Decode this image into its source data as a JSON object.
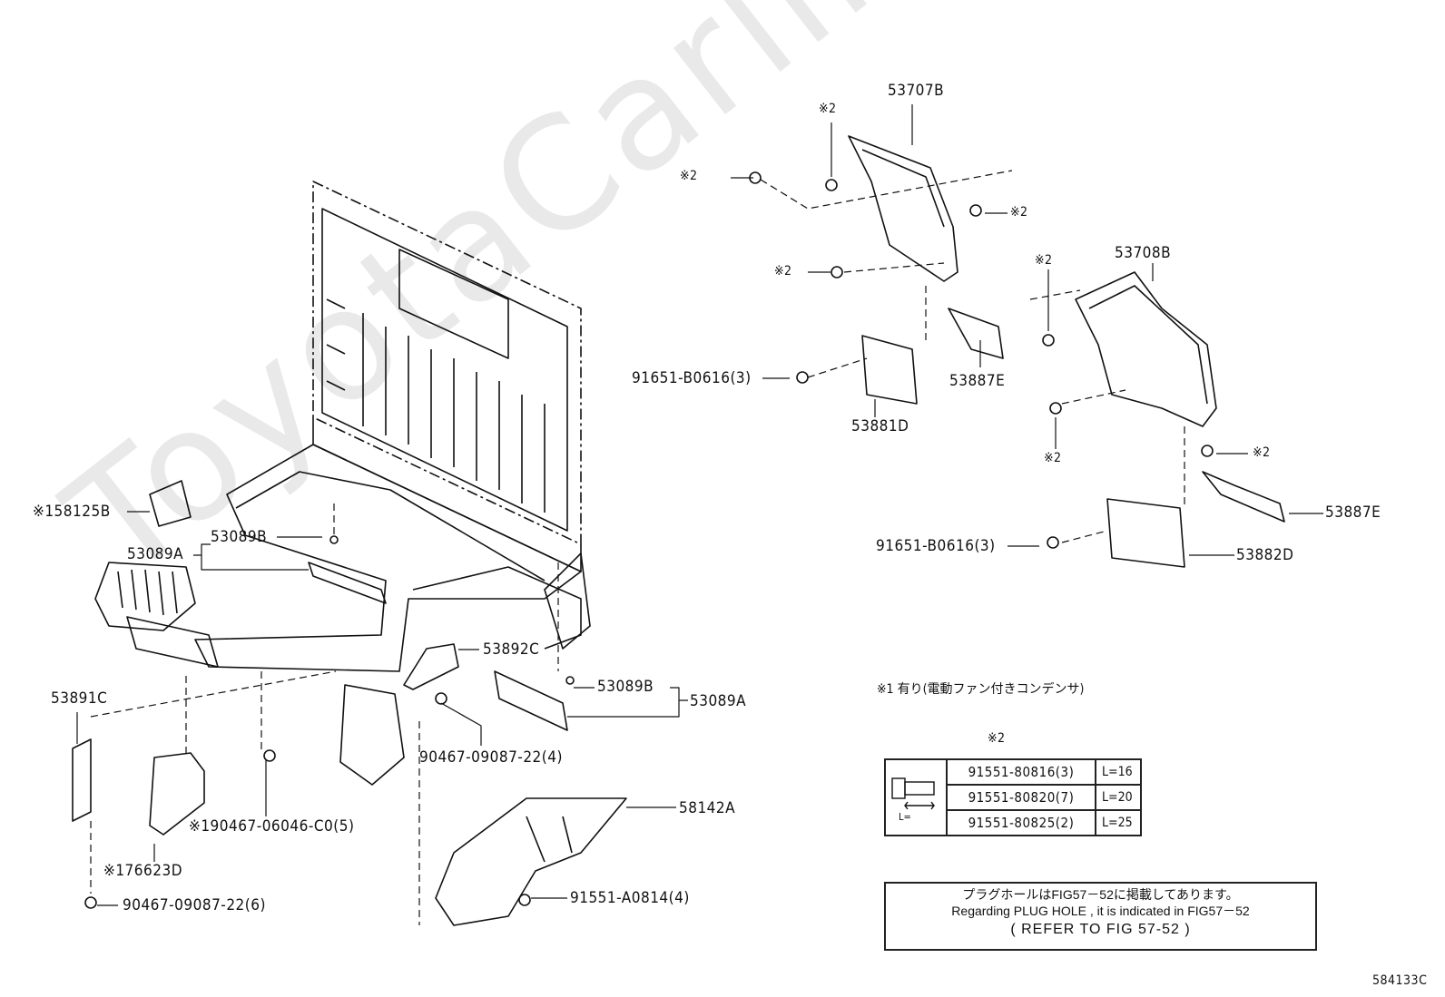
{
  "watermark": "ToyotaCarline.ru",
  "labels": {
    "p53707B": "53707B",
    "p53708B": "53708B",
    "p53887E_a": "53887E",
    "p53881D": "53881D",
    "p53887E_b": "53887E",
    "p53882D": "53882D",
    "p91651_a": "91651-B0616(3)",
    "p91651_b": "91651-B0616(3)",
    "x2_a": "※2",
    "x2_b": "※2",
    "x2_c": "※2",
    "x2_d": "※2",
    "x2_e": "※2",
    "x2_f": "※2",
    "x2_g": "※2",
    "p58125B": "※158125B",
    "p53089A_l": "53089A",
    "p53089B_l": "53089B",
    "p53892C": "53892C",
    "p53089B_r": "53089B",
    "p53089A_r": "53089A",
    "p53891C": "53891C",
    "p90467_4": "90467-09087-22(4)",
    "p58142A": "58142A",
    "p90467_06046": "※190467-06046-C0(5)",
    "p76623D": "※176623D",
    "p91551_A0814": "91551-A0814(4)",
    "p90467_6": "90467-09087-22(6)",
    "fig_code": "584133C"
  },
  "note1": "※1 有り(電動ファン付きコンデンサ)",
  "spec_table": {
    "header": "※2",
    "length_label": "L=",
    "rows": [
      {
        "part": "91551-80816(3)",
        "length": "L=16"
      },
      {
        "part": "91551-80820(7)",
        "length": "L=20"
      },
      {
        "part": "91551-80825(2)",
        "length": "L=25"
      }
    ]
  },
  "plug_note": {
    "line1": "プラグホールはFIG57－52に掲載してあります。",
    "line2": "Regarding PLUG HOLE , it is indicated in FIG57－52",
    "line3": "(        REFER TO FIG 57-52          )"
  }
}
